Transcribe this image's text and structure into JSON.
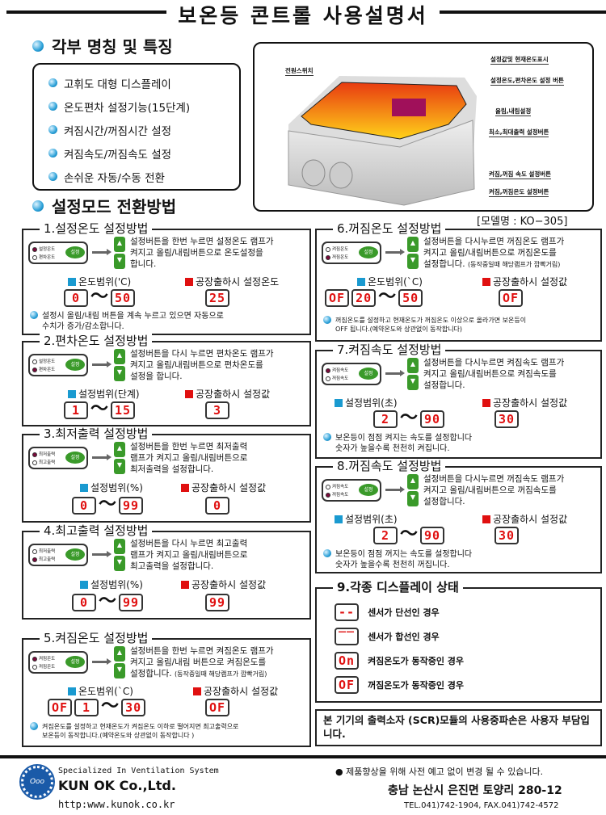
{
  "title": "보온등 콘트롤 사용설명서",
  "features": {
    "heading": "각부 명칭 및 특징",
    "items": [
      "고휘도 대형 디스플레이",
      "온도편차 설정기능(15단계)",
      "켜짐시간/꺼짐시간 설정",
      "켜짐속도/꺼짐속도 설정",
      "손쉬운 자동/수동 전환"
    ]
  },
  "device": {
    "panel_title": "보온등콘트롤",
    "labels": [
      "전원스위치",
      "설정값및 현재온도표시",
      "설정온도,편차온도 설정 버튼",
      "올림,내림설정",
      "최소,최대출력 설정버튼",
      "켜짐,꺼짐 속도 설정버튼",
      "켜짐,꺼짐온도 설정버튼"
    ],
    "model": "[모델명 : KO−305]"
  },
  "modes_heading": "설정모드 전환방법",
  "button_labels": {
    "set": "설정",
    "up": "▲",
    "down": "▼"
  },
  "sections": [
    {
      "title": "1.설정온도 설정방법",
      "lamps": [
        "설정온도",
        "편차온도"
      ],
      "active": 0,
      "desc": "설정버튼을 한번 누르면 설정온도 램프가\n켜지고 올림/내림버튼으로 온도설정을\n합니다.",
      "range_label": "온도범위('C)",
      "range": [
        "0",
        "50"
      ],
      "range_prefix": [],
      "factory_label": "공장출하시 설정온도",
      "factory": "25",
      "note": "설정시 올림/내림 버튼을 계속 누르고 있으면 자동으로\n수치가 증가/감소합니다."
    },
    {
      "title": "2.편차온도 설정방법",
      "lamps": [
        "설정온도",
        "편차온도"
      ],
      "active": 1,
      "desc": "설정버튼을 다시 누르면 편차온도 램프가\n켜지고 올림/내림버튼으로 편차온도를\n설정을 합니다.",
      "range_label": "설정범위(단계)",
      "range": [
        "1",
        "15"
      ],
      "range_prefix": [],
      "factory_label": "공장출하시 설정값",
      "factory": "3",
      "note": ""
    },
    {
      "title": "3.최저출력 설정방법",
      "lamps": [
        "최저출력",
        "최고출력"
      ],
      "active": 0,
      "desc": "설정버튼을 한번 누르면 최저출력\n램프가 켜지고 올림/내림버튼으로\n최저출력을 설정합니다.",
      "range_label": "설정범위(%)",
      "range": [
        "0",
        "99"
      ],
      "range_prefix": [],
      "factory_label": "공장출하시 설정값",
      "factory": "0",
      "note": ""
    },
    {
      "title": "4.최고출력 설정방법",
      "lamps": [
        "최저출력",
        "최고출력"
      ],
      "active": 1,
      "desc": "설정버튼을 다시 누르면 최고출력\n램프가 켜지고 올림/내림버튼으로\n최고출력을 설정합니다.",
      "range_label": "설정범위(%)",
      "range": [
        "0",
        "99"
      ],
      "range_prefix": [],
      "factory_label": "공장출하시 설정값",
      "factory": "99",
      "note": ""
    },
    {
      "title": "5.켜짐온도 설정방법",
      "lamps": [
        "켜짐온도",
        "꺼짐온도"
      ],
      "active": 0,
      "desc": "설정버튼을 한번 누르면 켜짐온도 램프가\n켜지고 올림/내림 버튼으로 켜짐온도를\n설정합니다.",
      "desc_small": "(동작중일때 해당램프가 깜빡거림)",
      "range_label": "온도범위(`C)",
      "range": [
        "1",
        "30"
      ],
      "range_prefix": [
        "OF"
      ],
      "factory_label": "공장출하시 설정값",
      "factory": "OF",
      "note": "켜짐온도를 설정하고 현재온도가 켜짐온도 이하로 떨어지면 최고출력으로\n보온등이 동작합니다.(예약온도와 상관없이 동작합니다 )"
    },
    {
      "title": "6.꺼짐온도 설정방법",
      "lamps": [
        "켜짐온도",
        "꺼짐온도"
      ],
      "active": 1,
      "desc": "설정버튼을 다시누르면 꺼짐온도 램프가\n켜지고 올림/내림버튼으로 꺼짐온도를\n설정합니다.",
      "desc_small": "(동작중일때 해당램프가 깜빡거림)",
      "range_label": "온도범위(`C)",
      "range": [
        "20",
        "50"
      ],
      "range_prefix": [
        "OF"
      ],
      "factory_label": "공장출하시 설정값",
      "factory": "OF",
      "note": "꺼짐온도를 설정하고 현재온도가 꺼짐온도 이상으로 올라가면 보온등이\nOFF 됩니다.(예약온도와 상관없이 동작합니다)"
    },
    {
      "title": "7.켜짐속도 설정방법",
      "lamps": [
        "켜짐속도",
        "꺼짐속도"
      ],
      "active": 0,
      "desc": "설정버튼을 다시누르면 켜짐속도 램프가\n켜지고 올림/내림버튼으로 켜짐속도를\n설정합니다.",
      "range_label": "설정범위(초)",
      "range": [
        "2",
        "90"
      ],
      "range_prefix": [],
      "factory_label": "공장출하시 설정값",
      "factory": "30",
      "note": "보온등이 점점 켜지는 속도를 설정합니다\n숫자가 높을수록 천천히 켜집니다."
    },
    {
      "title": "8.꺼짐속도 설정방법",
      "lamps": [
        "켜짐속도",
        "꺼짐속도"
      ],
      "active": 1,
      "desc": "설정버튼을 다시누르면 꺼짐속도 램프가\n켜지고 올림/내림버튼으로 꺼짐속도를\n설정합니다.",
      "range_label": "설정범위(초)",
      "range": [
        "2",
        "90"
      ],
      "range_prefix": [],
      "factory_label": "공장출하시 설정값",
      "factory": "30",
      "note": "보온등이 점점 꺼지는 속도를 설정합니다\n숫자가 높을수록 천천히 꺼집니다."
    }
  ],
  "display_states": {
    "title": "9.각종 디스플레이 상태",
    "items": [
      {
        "code": "--",
        "text": "센서가 단선인 경우"
      },
      {
        "code": "‾‾",
        "text": "센서가 합선인 경우"
      },
      {
        "code": "On",
        "text": "켜짐온도가 동작중인 경우"
      },
      {
        "code": "OF",
        "text": "꺼짐온도가 동작중인 경우"
      }
    ]
  },
  "notice": "본 기기의 출력소자 (SCR)모듈의 사용중파손은 사용자 부담입니다.",
  "footer": {
    "tagline": "Specialized In Ventilation System",
    "company": "KUN OK Co.,Ltd.",
    "url": "http:www.kunok.co.kr",
    "logo_text": "Ooo",
    "disclaimer": "● 제품향상을 위해 사전 예고 없이 변경 될 수 있습니다.",
    "address": "충남 논산시 은진면 토양리 280-12",
    "contact": "TEL.041)742-1904, FAX.041)742-4572"
  },
  "colors": {
    "range_marker": "#1a9ad0",
    "factory_marker": "#e01010",
    "segment": "#e01010"
  }
}
